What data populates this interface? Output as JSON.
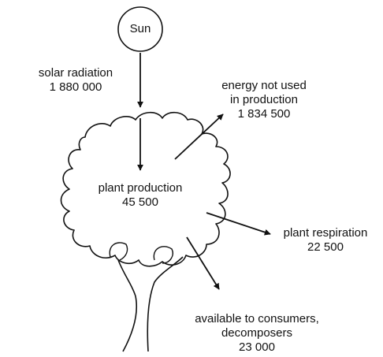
{
  "sun": {
    "label": "Sun"
  },
  "solar_radiation": {
    "label": "solar radiation",
    "value": "1 880 000"
  },
  "energy_not_used": {
    "line1": "energy not used",
    "line2": "in production",
    "value": "1 834 500"
  },
  "plant_production": {
    "label": "plant production",
    "value": "45 500"
  },
  "plant_respiration": {
    "label": "plant respiration",
    "value": "22 500"
  },
  "available": {
    "line1": "available to consumers,",
    "line2": "decomposers",
    "value": "23 000"
  }
}
